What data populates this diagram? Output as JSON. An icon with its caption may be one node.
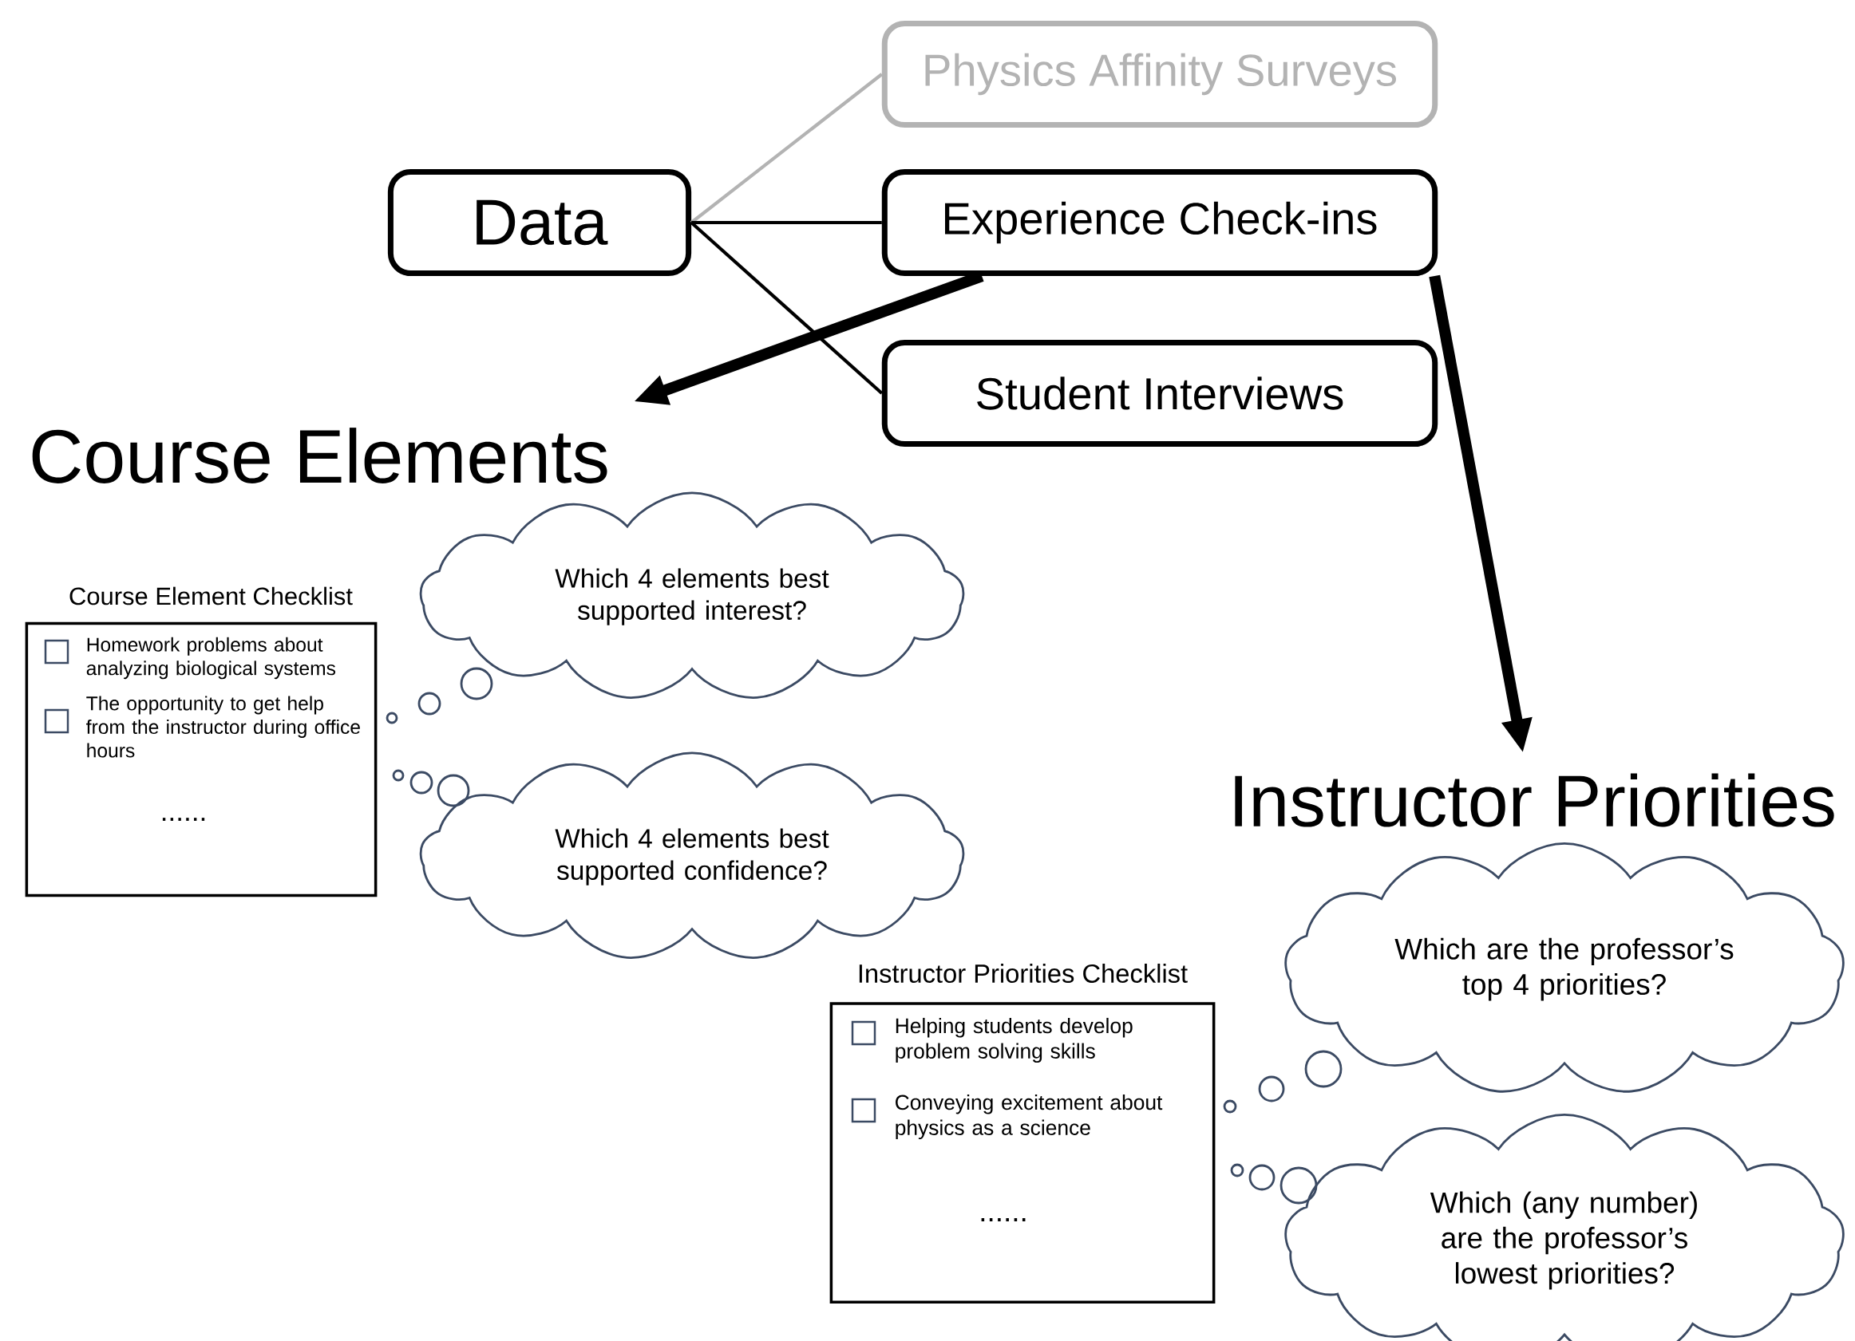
{
  "diagram": {
    "nodes": [
      {
        "text": [
          "Data"
        ]
      },
      {
        "text": [
          "Physics Affinity Surveys"
        ]
      },
      {
        "text": [
          "Experience Check-ins"
        ]
      },
      {
        "text": [
          "Student Interviews"
        ]
      },
      {
        "text": [
          "Course Elements"
        ]
      },
      {
        "text": [
          "Instructor Priorities"
        ]
      },
      {
        "text": [
          "Course Element Checklist",
          "Homework problems about analyzing biological systems",
          "The opportunity to get help from the instructor during office hours",
          "......"
        ]
      },
      {
        "text": [
          "Which 4 elements best supported interest?"
        ]
      },
      {
        "text": [
          "Which 4 elements best supported confidence?"
        ]
      },
      {
        "text": [
          "Instructor Priorities Checklist",
          "Helping students develop problem solving skills",
          "Conveying excitement about physics as a science",
          "......"
        ]
      },
      {
        "text": [
          "Which are the professor’s top 4 priorities?"
        ]
      },
      {
        "text": [
          "Which (any number) are the professor’s lowest priorities?"
        ]
      }
    ],
    "edges": [
      {
        "from": 0,
        "to": 1,
        "arrow": "none",
        "color": "#b3b3b3"
      },
      {
        "from": 0,
        "to": 2,
        "arrow": "none"
      },
      {
        "from": 0,
        "to": 3,
        "arrow": "none"
      },
      {
        "from": 2,
        "to": 4,
        "arrow": "to",
        "style": "thick"
      },
      {
        "from": 2,
        "to": 5,
        "arrow": "to",
        "style": "thick"
      }
    ]
  }
}
